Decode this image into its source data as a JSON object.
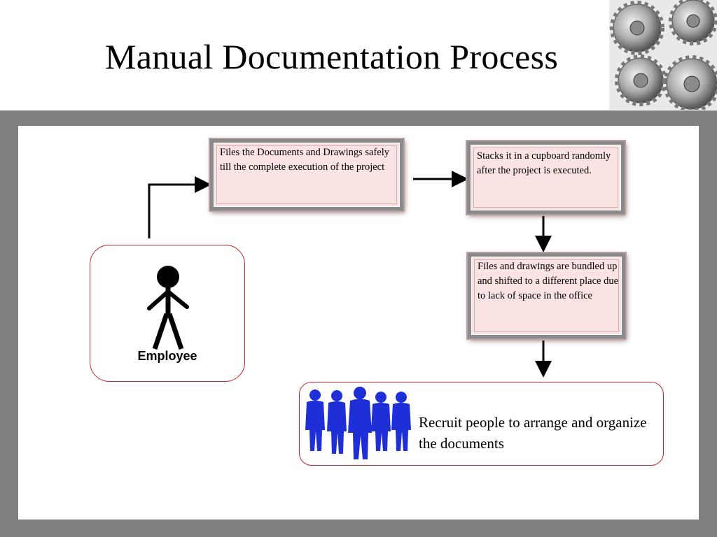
{
  "slide": {
    "title": "Manual Documentation Process"
  },
  "diagram": {
    "step_files": "Files the Documents and Drawings safely till the  complete execution of the project",
    "step_stack": "Stacks it in a cupboard randomly after the project is executed.",
    "step_shift": "Files and drawings are bundled up and shifted to a different place due to lack of space in the office",
    "employee_label": "Employee",
    "recruit_text": "Recruit people to arrange and organize the documents"
  },
  "colors": {
    "box_fill": "#fbe3e4",
    "outline_red": "#c0262b",
    "people_blue": "#1f2fd8",
    "frame_gray": "#7f7f7f"
  },
  "icons": [
    "gears-icon",
    "stick-figure-icon",
    "group-of-people-icon"
  ]
}
